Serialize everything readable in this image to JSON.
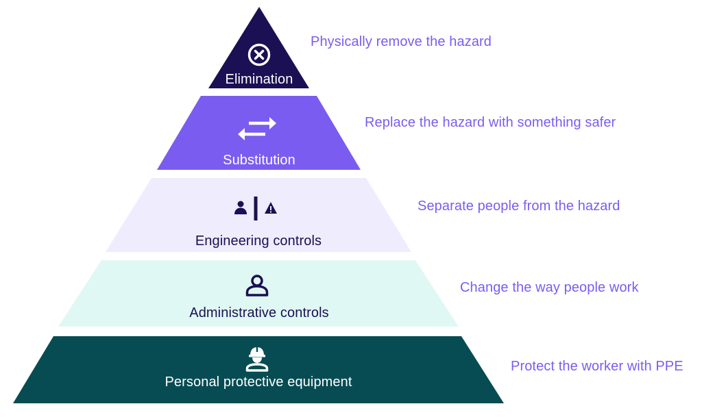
{
  "colors": {
    "accent": "#7B5CF0",
    "dark_navy": "#1A1053",
    "purple": "#7B5CF0",
    "lavender": "#EFECFD",
    "mint": "#E0F8F3",
    "teal": "#074C53",
    "white": "#FFFFFF"
  },
  "tiers": [
    {
      "label": "Elimination",
      "description": "Physically remove the hazard",
      "icon": "x-circle-icon",
      "fill": "#1A1053",
      "text_color": "#FFFFFF"
    },
    {
      "label": "Substitution",
      "description": "Replace the hazard with something safer",
      "icon": "swap-arrows-icon",
      "fill": "#7B5CF0",
      "text_color": "#FFFFFF"
    },
    {
      "label": "Engineering controls",
      "description": "Separate people from the hazard",
      "icon": "person-barrier-hazard-icon",
      "fill": "#EFECFD",
      "text_color": "#1A1053"
    },
    {
      "label": "Administrative controls",
      "description": "Change the way people work",
      "icon": "person-icon",
      "fill": "#E0F8F3",
      "text_color": "#1A1053"
    },
    {
      "label": "Personal protective equipment",
      "description": "Protect the worker with PPE",
      "icon": "hard-hat-worker-icon",
      "fill": "#074C53",
      "text_color": "#FFFFFF"
    }
  ]
}
